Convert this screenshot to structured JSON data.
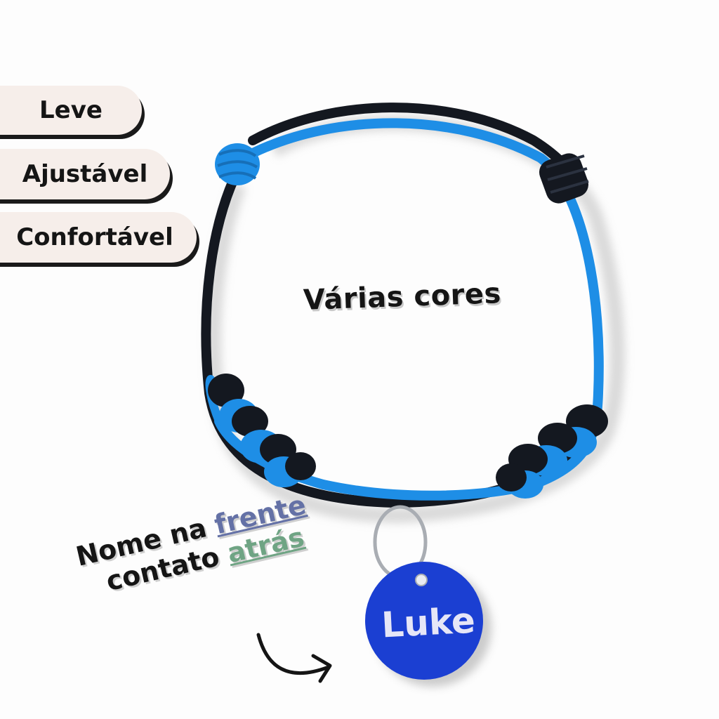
{
  "features": {
    "items": [
      {
        "label": "Leve"
      },
      {
        "label": "Ajustável"
      },
      {
        "label": "Confortável"
      }
    ]
  },
  "product": {
    "colors_label": "Várias cores",
    "tag_name": "Luke",
    "collar_colors": {
      "primary": "#1e8ee6",
      "secondary": "#141820",
      "tag": "#1b3fd2"
    }
  },
  "callout": {
    "line1_prefix": "Nome na",
    "line1_highlight": "frente",
    "line2_prefix": "contato",
    "line2_highlight": "atrás"
  }
}
